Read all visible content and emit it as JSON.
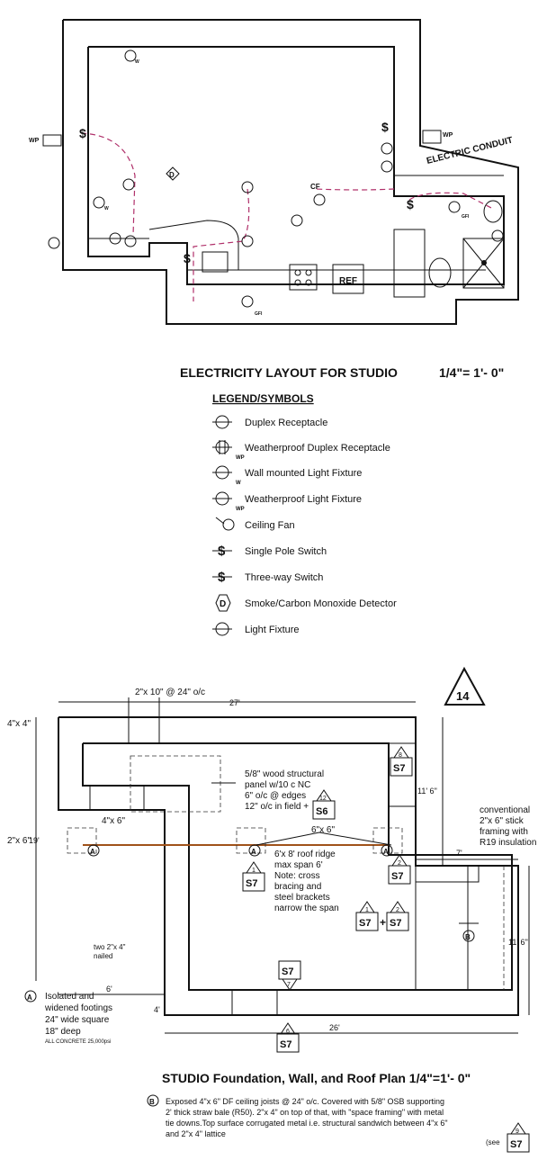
{
  "electric": {
    "title": "ELECTRICITY LAYOUT FOR STUDIO",
    "scale": "1/4\"= 1'- 0\"",
    "labels": {
      "wp": "WP",
      "gfi": "GFI",
      "w": "W",
      "cf": "CF",
      "detector": "D",
      "ref": "REF",
      "conduit": "ELECTRIC CONDUIT"
    }
  },
  "legend": {
    "title": "LEGEND/SYMBOLS",
    "items": [
      "Duplex Receptacle",
      "Weatherproof Duplex Receptacle",
      "Wall mounted Light Fixture",
      "Weatherproof Light Fixture",
      "Ceiling Fan",
      "Single Pole Switch",
      "Three-way Switch",
      "Smoke/Carbon Monoxide Detector",
      "Light Fixture"
    ]
  },
  "foundation": {
    "title": "STUDIO Foundation, Wall, and Roof Plan 1/4\"=1'- 0\"",
    "sheet_number": "14",
    "dims": {
      "top": "27'",
      "left": "19'",
      "bottom": "26'",
      "right_upper": "11' 6\"",
      "right_lower": "11' 6\"",
      "bottom_left": "6'",
      "offset_v": "4'",
      "offset_h": "7'"
    },
    "labels": {
      "joists": "2\"x 10\" @ 24\" o/c",
      "post_top": "4\"x 4\"",
      "post_left": "2\"x 6\"",
      "beam": "4\"x 6\"",
      "beam2": "6\"x 6\"",
      "panel_1": "5/8\" wood structural",
      "panel_2": "panel w/10 c NC",
      "panel_3": "6\" o/c @ edges",
      "panel_4": "12\" o/c in field +",
      "ridge_1": "6'x 8' roof ridge",
      "ridge_2": "max span 6'",
      "ridge_3": "Note: cross",
      "ridge_4": "bracing and",
      "ridge_5": "steel brackets",
      "ridge_6": "narrow the span",
      "conv_1": "conventional",
      "conv_2": "2\"x 6\" stick",
      "conv_3": "framing with",
      "conv_4": "R19 insulation",
      "nailed_1": "two 2\"x 4\"",
      "nailed_2": "nailed",
      "plus": "+",
      "footing_a": "A",
      "footing_b": "B"
    },
    "tags": {
      "s6": "S6",
      "s7": "S7",
      "n1": "1",
      "n2": "2",
      "n6": "6",
      "n7": "7",
      "n8": "8",
      "n9": "9",
      "n12": "12"
    },
    "note_a": {
      "line1": "Isolated and",
      "line2": "widened footings",
      "line3": "24\" wide square",
      "line4": "18\" deep",
      "line5": "ALL CONCRETE 25,000psi"
    },
    "note_b": {
      "line1": "Exposed 4\"x 6\" DF ceiling joists @ 24\" o/c. Covered with 5/8\" OSB supporting",
      "line2": "2' thick straw bale (R50). 2\"x 4\" on top of that, with \"space framing\" with metal",
      "line3": "tie downs.Top surface corrugated metal i.e. structural sandwich between 4\"x 6\"",
      "line4": "and 2\"x 4\" lattice",
      "see": "(see"
    }
  }
}
